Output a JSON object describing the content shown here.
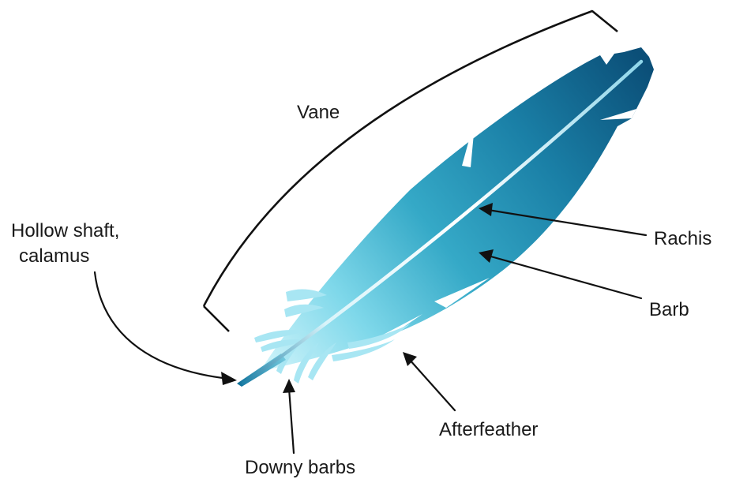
{
  "diagram": {
    "labels": {
      "vane": "Vane",
      "hollow_shaft_line1": "Hollow shaft,",
      "hollow_shaft_line2": "calamus",
      "rachis": "Rachis",
      "barb": "Barb",
      "afterfeather": "Afterfeather",
      "downy_barbs": "Downy barbs"
    },
    "colors": {
      "vane_dark": "#0e5f86",
      "vane_mid": "#2a95b7",
      "vane_light": "#57c7dd",
      "downy_pale": "#bdf0f8",
      "rachis": "#eaf8fc",
      "lines": "#111111"
    }
  }
}
